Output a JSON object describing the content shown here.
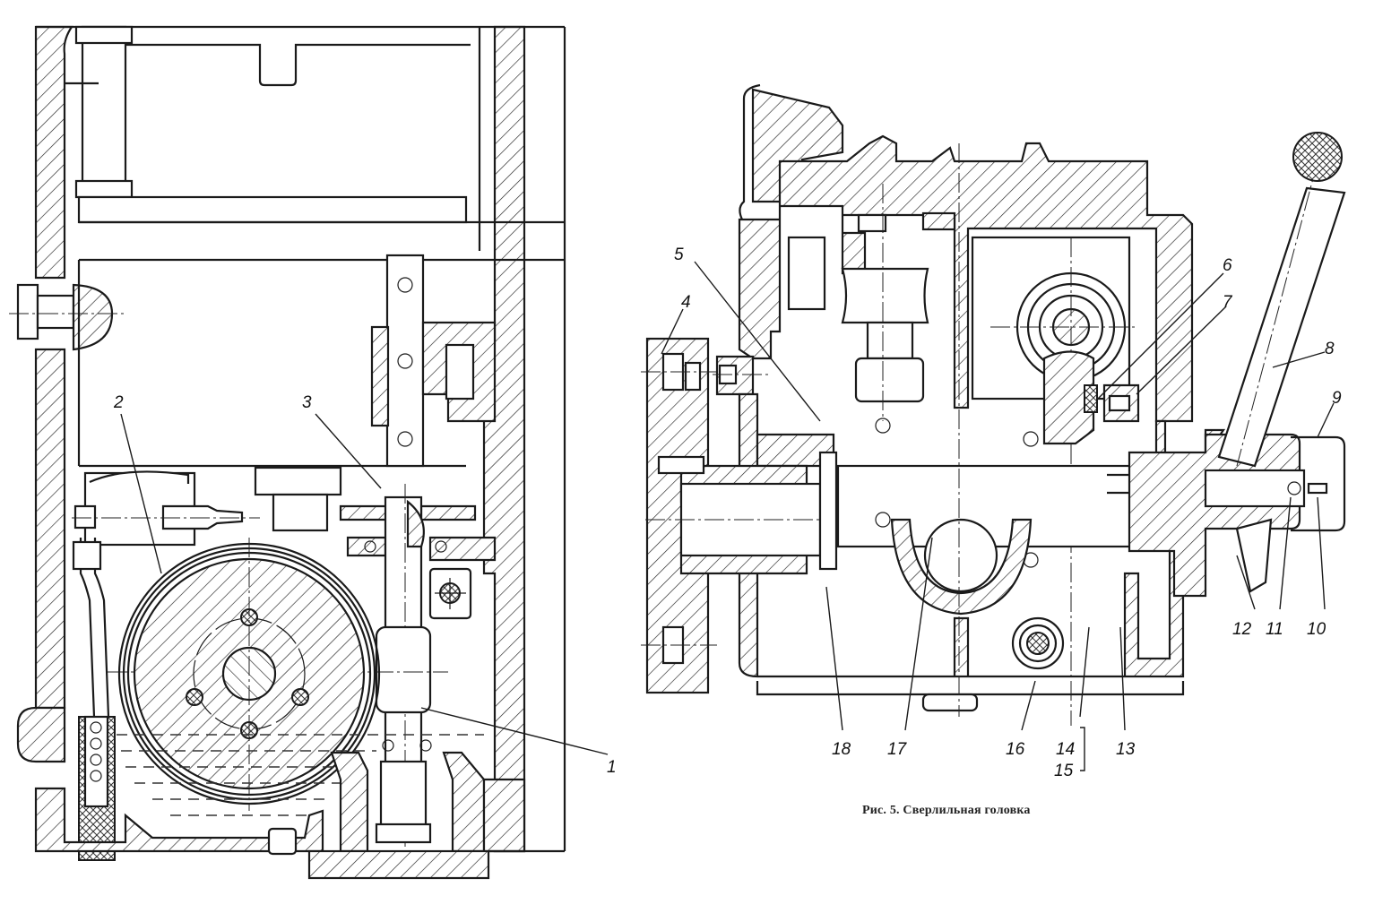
{
  "figure": {
    "caption": "Рис. 5. Сверлильная головка",
    "ink_color": "#1a1a1a",
    "paper_color": "#ffffff"
  },
  "left_view": {
    "callouts": [
      "1",
      "2",
      "3"
    ]
  },
  "right_view": {
    "callouts": [
      "4",
      "5",
      "6",
      "7",
      "8",
      "9",
      "10",
      "11",
      "12",
      "13",
      "14",
      "15",
      "16",
      "17",
      "18"
    ]
  }
}
